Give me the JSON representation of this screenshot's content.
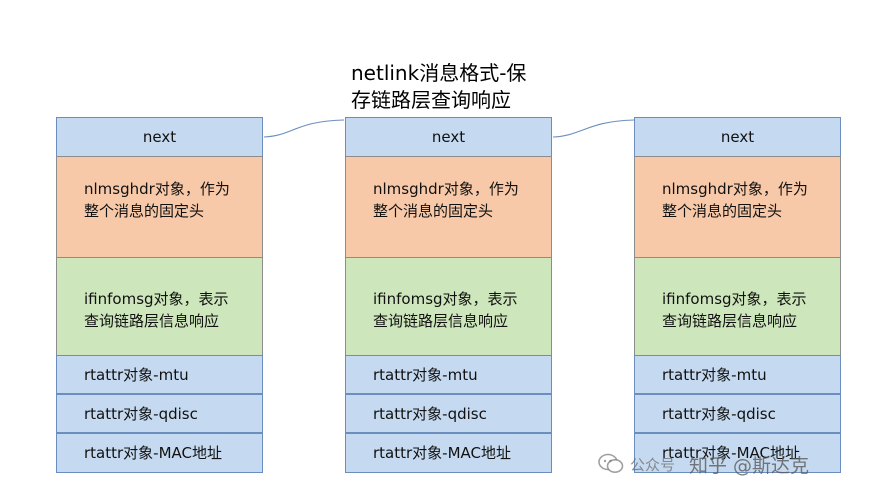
{
  "title": {
    "line1": "netlink消息格式-保",
    "line2": "存链路层查询响应"
  },
  "stacks": [
    {
      "next": "next",
      "header": [
        "nlmsghdr对象，作为",
        "整个消息的固定头"
      ],
      "ifinfo": [
        "ifinfomsg对象，表示",
        "查询链路层信息响应"
      ],
      "rtattrs": [
        "rtattr对象-mtu",
        "rtattr对象-qdisc",
        "rtattr对象-MAC地址"
      ]
    },
    {
      "next": "next",
      "header": [
        "nlmsghdr对象，作为",
        "整个消息的固定头"
      ],
      "ifinfo": [
        "ifinfomsg对象，表示",
        "查询链路层信息响应"
      ],
      "rtattrs": [
        "rtattr对象-mtu",
        "rtattr对象-qdisc",
        "rtattr对象-MAC地址"
      ]
    },
    {
      "next": "next",
      "header": [
        "nlmsghdr对象，作为",
        "整个消息的固定头"
      ],
      "ifinfo": [
        "ifinfomsg对象，表示",
        "查询链路层信息响应"
      ],
      "rtattrs": [
        "rtattr对象-mtu",
        "rtattr对象-qdisc",
        "rtattr对象-MAC地址"
      ]
    }
  ],
  "watermark": {
    "wechat": "公众号",
    "zhihu": "知乎 @斯达克"
  },
  "colors": {
    "next_fill": "#c5daf0",
    "header_fill": "#f7c9a8",
    "ifinfo_fill": "#cde6bb",
    "rtattr_fill": "#c5daf0",
    "border": "#6c8ebf",
    "connector": "#6c8ebf"
  }
}
